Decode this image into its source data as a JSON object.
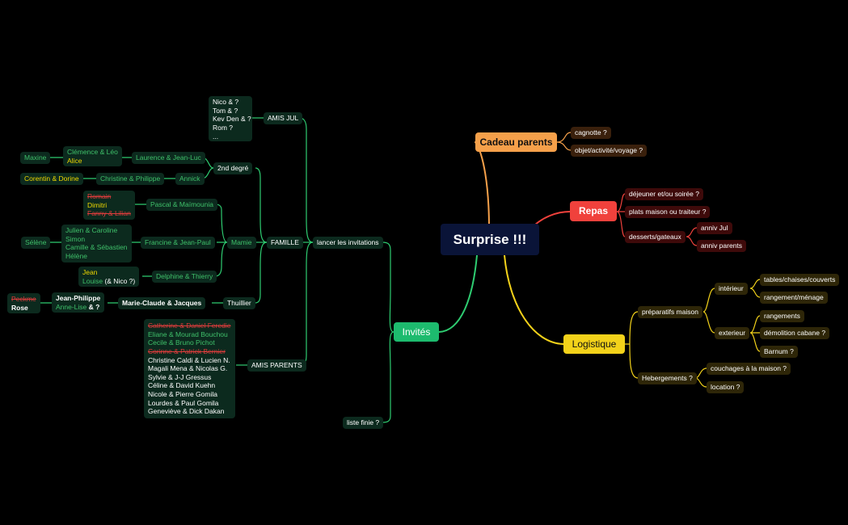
{
  "root": "Surprise !!!",
  "colors": {
    "green": "#2ecc71",
    "orange": "#f5a04a",
    "red": "#f0413c",
    "yellow": "#f3d21a",
    "background": "#000000"
  },
  "cadeau": {
    "label": "Cadeau parents",
    "children": [
      "cagnotte ?",
      "objet/activité/voyage ?"
    ]
  },
  "repas": {
    "label": "Repas",
    "children": [
      "déjeuner et/ou soirée ?",
      "plats maison ou traiteur ?",
      "desserts/gateaux"
    ],
    "desserts": [
      "anniv Jul",
      "anniv parents"
    ]
  },
  "logistique": {
    "label": "Logistique",
    "preparatifs": "préparatifs maison",
    "interieur": "intérieur",
    "interieur_items": [
      "tables/chaises/couverts",
      "rangement/ménage"
    ],
    "exterieur": "exterieur",
    "exterieur_items": [
      "rangements",
      "démolition cabane ?",
      "Barnum ?"
    ],
    "hebergements": "Hebergements ?",
    "hebergements_items": [
      "couchages à la maison ?",
      "location ?"
    ]
  },
  "invites": {
    "label": "Invités",
    "lancer": "lancer les invitations",
    "liste_finie": "liste finie ?",
    "amis_jul": "AMIS JUL",
    "amis_jul_list": [
      "Nico & ?",
      "Tom & ?",
      "Kev Den & ?",
      "Rom ?",
      "..."
    ],
    "famille": "FAMILLE",
    "second_degre": "2nd degré",
    "laurence": "Laurence & Jean-Luc",
    "clemence": "Clémence & Léo",
    "alice": "Alice",
    "maxine": "Maxine",
    "annick": "Annick",
    "christine": "Christine & Philippe",
    "corentin": "Corentin & Dorine",
    "mamie": "Mamie",
    "pascal": "Pascal & Maïmounia",
    "romain": "Romain",
    "dimitri": "Dimitri",
    "fanny": "Fanny & Lilian",
    "francine": "Francine & Jean-Paul",
    "julien_list": [
      "Julien & Caroline",
      "Simon",
      "Camille & Sébastien",
      "Hélène"
    ],
    "selene": "Sélène",
    "delphine": "Delphine & Thierry",
    "jean": "Jean",
    "louise": "Louise",
    "nico_q": "(& Nico ?)",
    "thuillier": "Thuillier",
    "marie_claude": "Marie-Claude & Jacques",
    "jean_philippe": "Jean-Philippe",
    "anne_lise": "Anne-Lise",
    "anne_lise_q": "& ?",
    "peckme": "Peckme",
    "rose": "Rose",
    "amis_parents": "AMIS PARENTS",
    "amis_parents_struck1": "Catherine & Daniel Feredie",
    "amis_parents_green": [
      "Eliane & Mourad Bouchou",
      "Cecile & Bruno Pichot"
    ],
    "amis_parents_struck2": "Corinne & Patrick Bernier",
    "amis_parents_white": [
      "Christine Caldi & Lucien N.",
      "Magali Mena & Nicolas G.",
      "Sylvie & J-J Gressus",
      "Céline & David Kuehn",
      "Nicole & Pierre Gomila",
      "Lourdes & Paul Gomila",
      "Geneviève & Dick Dakan"
    ]
  }
}
